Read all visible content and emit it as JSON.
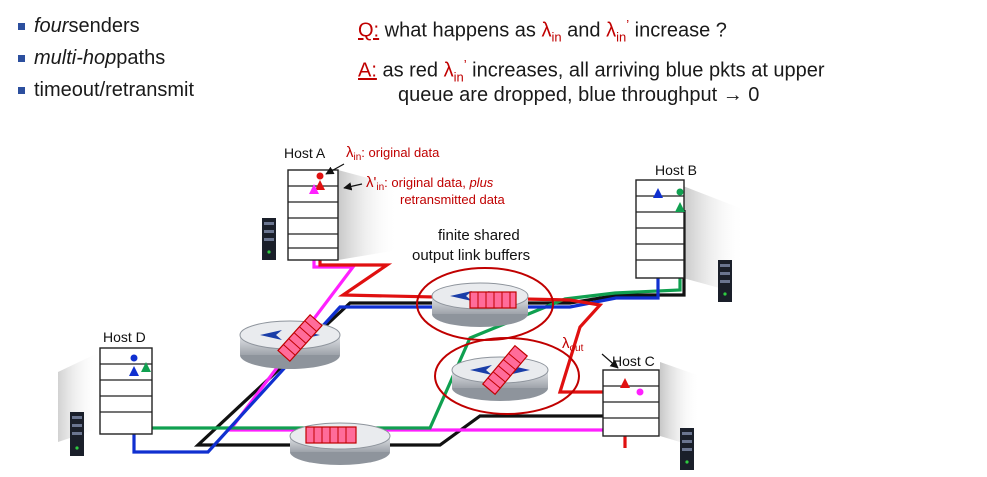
{
  "bullets": [
    {
      "em": "four",
      "rest": " senders"
    },
    {
      "em": "multi-hop",
      "rest": " paths"
    },
    {
      "em": "",
      "rest": "timeout/retransmit"
    }
  ],
  "question": {
    "key": "Q:",
    "p1": " what happens as ",
    "lam": "λ",
    "sub": "in",
    "mid": " and ",
    "lam2": "λ",
    "sub2": "in",
    "prime": "’",
    "end": " increase ?"
  },
  "answer": {
    "key": "A:",
    "p1": " as red ",
    "lam": "λ",
    "sub": "in",
    "prime": "’",
    "p2": " increases, all arriving blue pkts at upper",
    "line2": "queue are dropped, blue throughput → 0"
  },
  "diagram": {
    "host_a": "Host A",
    "host_b": "Host B",
    "host_c": "Host C",
    "host_d": "Host D",
    "lambda_in_label": "λ",
    "lambda_in_sub": "in",
    "lambda_in_desc": ": original data",
    "lambda_prime_label": "λ'",
    "lambda_prime_sub": "in",
    "lambda_prime_desc": ": original data, ",
    "lambda_prime_plus": "plus",
    "lambda_prime_line2": "retransmitted data",
    "buffers_line1": "finite shared",
    "buffers_line2": "output link buffers",
    "lambda_out_label": "λ",
    "lambda_out_sub": "out"
  },
  "colors": {
    "red_flow": "#e01010",
    "blue_flow": "#1030d0",
    "green_flow": "#10a050",
    "magenta_flow": "#ff20ff",
    "black_flow": "#111111",
    "annotation_red": "#c00000",
    "buffer_fill": "#ff6c9a"
  }
}
